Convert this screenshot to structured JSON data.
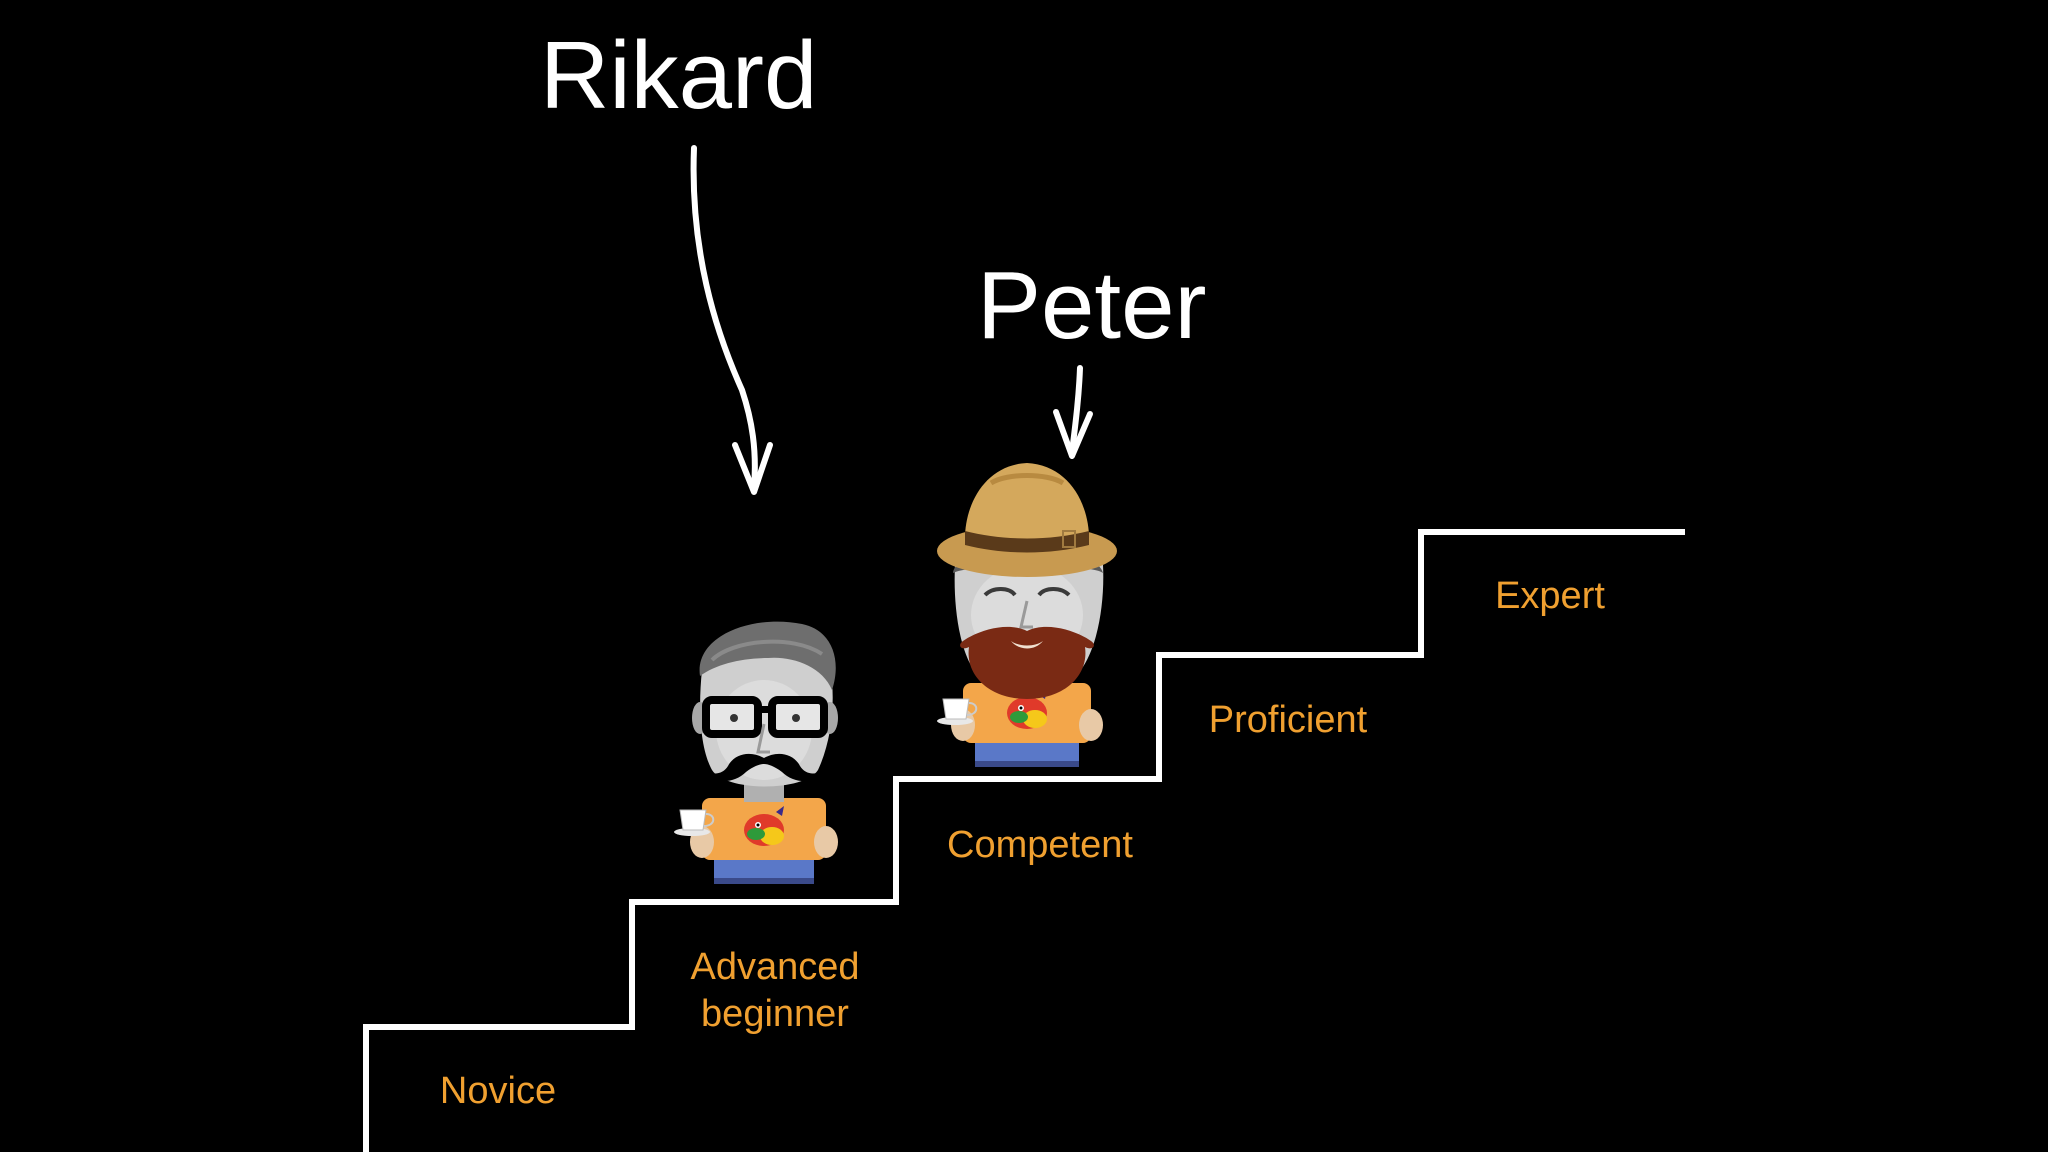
{
  "people": {
    "rikard": {
      "name": "Rikard",
      "level": "Advanced beginner"
    },
    "peter": {
      "name": "Peter",
      "level": "Competent"
    }
  },
  "stages": [
    {
      "label": "Novice"
    },
    {
      "label": "Advanced",
      "label_line2": "beginner"
    },
    {
      "label": "Competent"
    },
    {
      "label": "Proficient"
    },
    {
      "label": "Expert"
    }
  ],
  "colors": {
    "background": "#000000",
    "lines": "#ffffff",
    "stage_labels": "#f0a030",
    "names": "#ffffff"
  }
}
